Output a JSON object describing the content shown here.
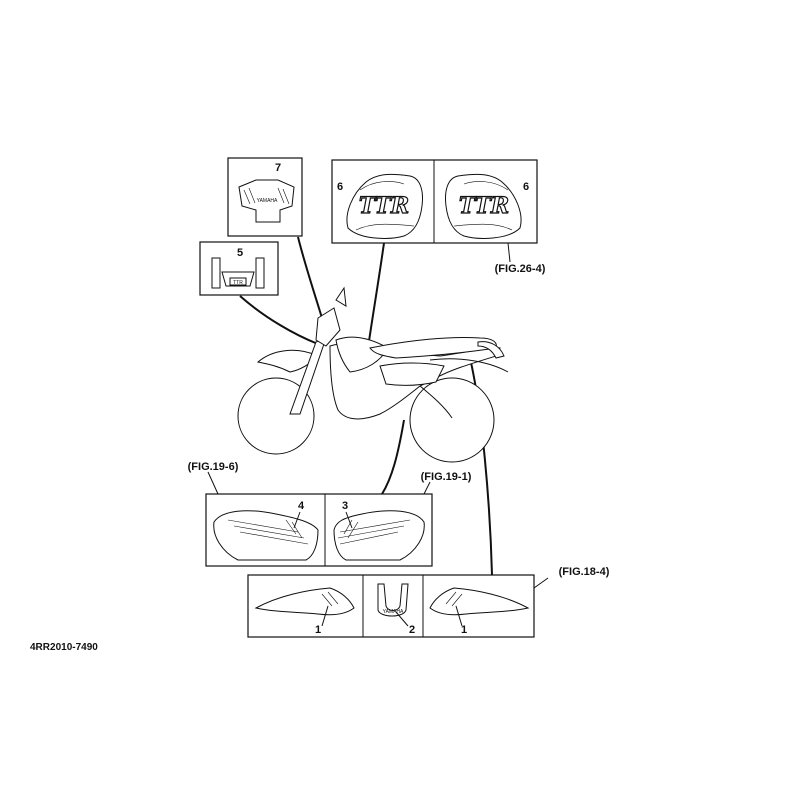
{
  "diagram": {
    "code": "4RR2010-7490",
    "fig_refs": {
      "fig_19_6": "(FIG.19-6)",
      "fig_19_1": "(FIG.19-1)",
      "fig_18_4": "(FIG.18-4)",
      "fig_26_4": "(FIG.26-4)"
    },
    "parts": {
      "p1a": "1",
      "p1b": "1",
      "p2": "2",
      "p3": "3",
      "p4": "4",
      "p5": "5",
      "p6a": "6",
      "p6b": "6",
      "p7": "7"
    },
    "logos": {
      "tank_left": "TTR",
      "tank_right": "TTR",
      "fender_brand": "YAMAHA",
      "fork_badge": "TTR"
    }
  }
}
